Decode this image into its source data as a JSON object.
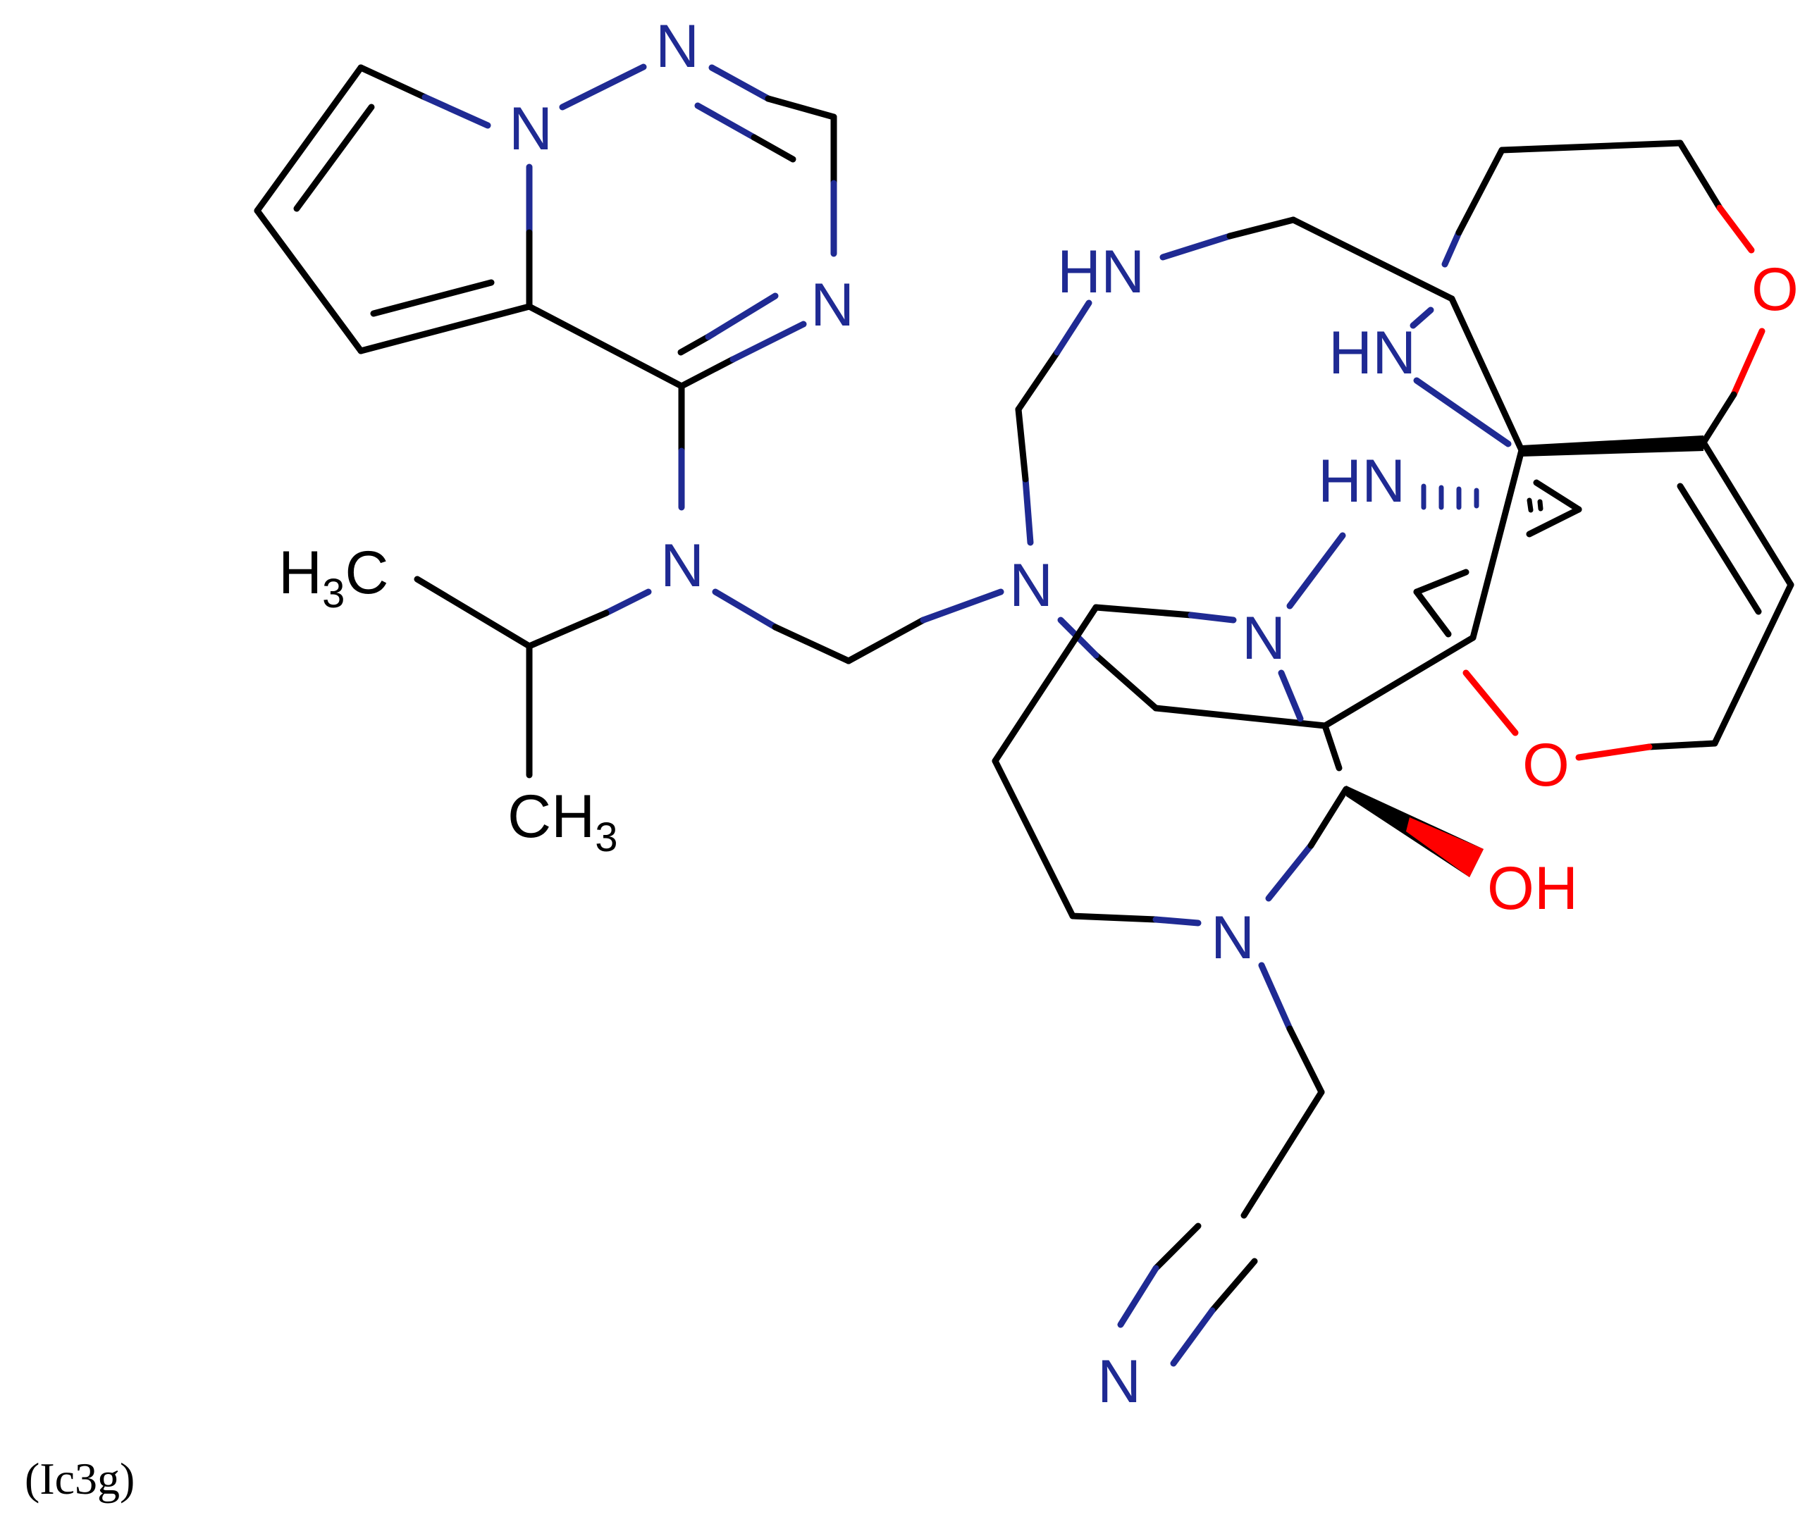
{
  "caption": "(Ic3g)",
  "colors": {
    "carbon_bond": "#000000",
    "nitrogen": "#1f2a93",
    "oxygen": "#ff0000",
    "background": "#ffffff"
  },
  "atoms": {
    "n_triazine_1": "N",
    "n_bridge": "N",
    "n_triazine_3": "N",
    "n_amine": "N",
    "h3c_label": "H",
    "h3c_sub": "3",
    "h3c_c": "C",
    "ch3_c": "CH",
    "ch3_sub": "3",
    "n_central": "N",
    "hn_top": "HN",
    "hn_mid": "HN",
    "hn_stereo": "HN",
    "n_ring": "N",
    "o_top": "O",
    "o_bottom": "O",
    "oh": "OH",
    "n_piperidine": "N",
    "n_nitrile": "N"
  }
}
